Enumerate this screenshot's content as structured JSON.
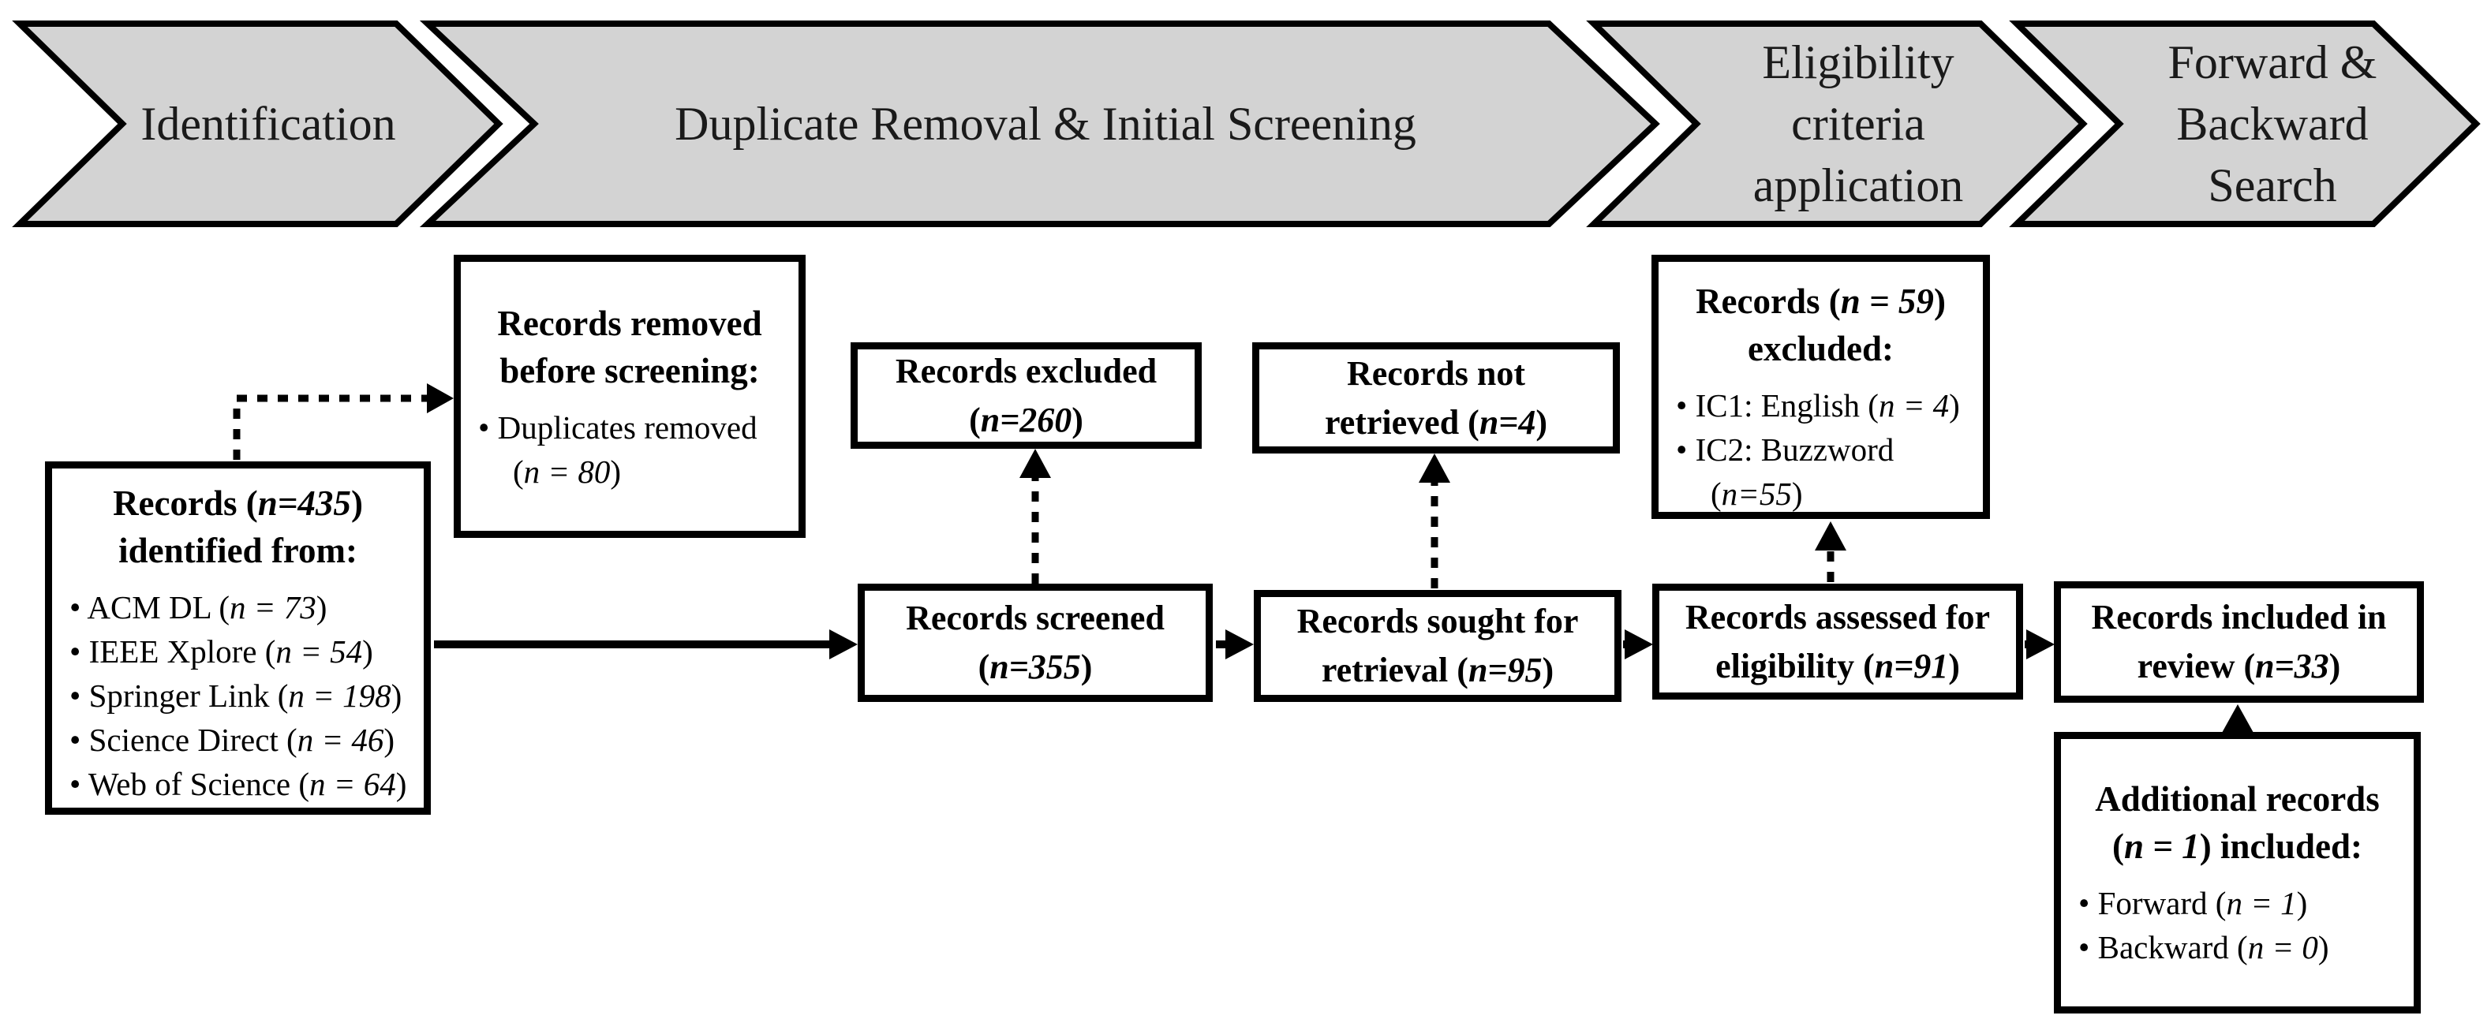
{
  "colors": {
    "chevron_fill": "#d3d3d3",
    "stroke": "#000000",
    "background": "#ffffff"
  },
  "banner": {
    "phases": [
      {
        "label": "Identification",
        "lines": [
          "Identification"
        ]
      },
      {
        "label": "Duplicate Removal & Initial Screening",
        "lines": [
          "Duplicate Removal & Initial Screening"
        ]
      },
      {
        "label": "Eligibility criteria application",
        "lines": [
          "Eligibility",
          "criteria",
          "application"
        ]
      },
      {
        "label": "Forward & Backward Search",
        "lines": [
          "Forward &",
          "Backward",
          "Search"
        ]
      }
    ]
  },
  "boxes": {
    "identified": {
      "title_lines": [
        "Records (n=435)",
        "identified from:"
      ],
      "items": [
        "ACM DL (n = 73)",
        "IEEE Xplore (n = 54)",
        "Springer Link (n = 198)",
        "Science Direct (n = 46)",
        "Web of Science (n = 64)"
      ]
    },
    "removed": {
      "title_lines": [
        "Records removed",
        "before screening:"
      ],
      "items": [
        "Duplicates removed (n = 80)"
      ]
    },
    "excluded": {
      "lines": [
        "Records excluded",
        "(n=260)"
      ]
    },
    "screened": {
      "lines": [
        "Records screened",
        "(n=355)"
      ]
    },
    "not_retrieved": {
      "lines": [
        "Records not",
        "retrieved (n=4)"
      ]
    },
    "sought": {
      "lines": [
        "Records sought for",
        "retrieval (n=95)"
      ]
    },
    "excluded_criteria": {
      "title_lines": [
        "Records (n = 59)",
        "excluded:"
      ],
      "items": [
        "IC1: English (n = 4)",
        "IC2: Buzzword (n=55)"
      ]
    },
    "assessed": {
      "lines": [
        "Records assessed for",
        "eligibility (n=91)"
      ]
    },
    "included": {
      "lines": [
        "Records included in",
        "review (n=33)"
      ]
    },
    "additional": {
      "title_lines": [
        "Additional records",
        "(n = 1) included:"
      ],
      "items": [
        "Forward (n = 1)",
        "Backward (n = 0)"
      ]
    }
  }
}
